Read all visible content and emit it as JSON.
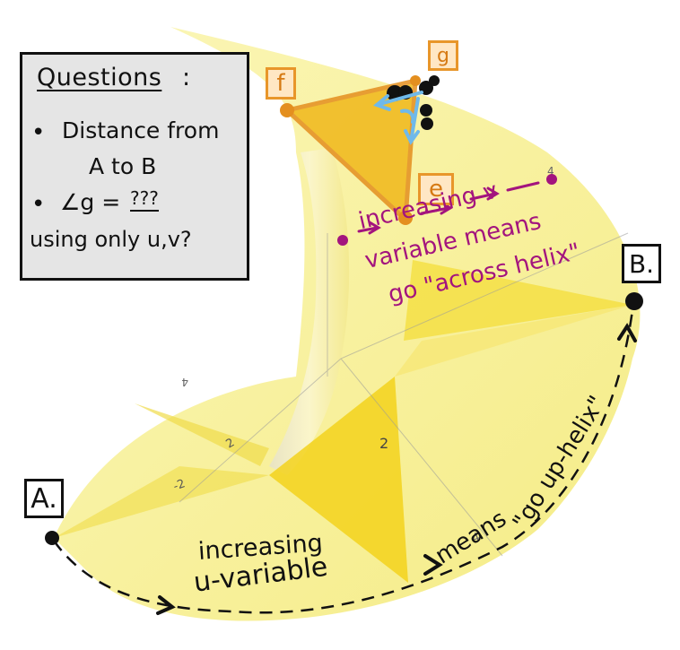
{
  "questions": {
    "title": "Questions",
    "colon": ":",
    "bullet": "•",
    "q1_line1": "Distance from",
    "q1_line2": "A to B",
    "q2_angle": "∠g =",
    "q2_qmarks": "???",
    "q2_line2": "using only u,v?"
  },
  "points": {
    "A": "A.",
    "B": "B.",
    "e": "e",
    "f": "f",
    "g": "g"
  },
  "v_note": {
    "line1": "increasing v",
    "line2": "variable means",
    "line3": "go \"across helix\""
  },
  "u_note": {
    "line1": "increasing",
    "line2": "u-variable",
    "means": "means",
    "go_up": "\"go up-helix\""
  },
  "axis_ticks": {
    "t_left": "2",
    "t_center": "2",
    "t_far": "-2",
    "t_top": "4",
    "t_low_left": "4",
    "t_right": "4"
  },
  "colors": {
    "surface_light": "#f7f3a6",
    "surface_mid": "#f2e86a",
    "surface_strong": "#f3d21c",
    "triangle": "#f0b81a",
    "triangle_edge": "#e48f1f",
    "note_magenta": "#a3147e",
    "arrow_blue": "#6fb9ea",
    "ink": "#111111"
  }
}
